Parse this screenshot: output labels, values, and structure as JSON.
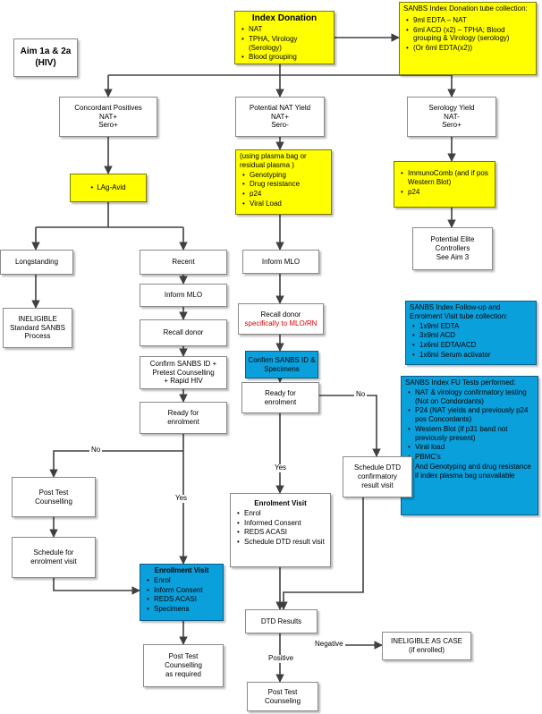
{
  "aim": "Aim 1a & 2a\n(HIV)",
  "index_donation": {
    "title": "Index Donation",
    "items": [
      "NAT",
      "TPHA, Virology (Serology)",
      "Blood grouping"
    ]
  },
  "tube_collection": {
    "title": "SANBS Index Donation tube collection:",
    "items": [
      "9ml EDTA – NAT",
      "6ml ACD (x2) – TPHA; Blood grouping & Virology (serology)",
      "(Or 6ml EDTA(x2))"
    ]
  },
  "concordant": "Concordant Positives\nNAT+\nSero+",
  "potential_nat": "Potential NAT Yield\nNAT+\nSero-",
  "serology_yield": "Serology Yield\nNAT-\nSero+",
  "lag_avid": "LAg-Avid",
  "plasma_box": {
    "title": "(using plasma bag or residual plasma )",
    "items": [
      "Genotyping",
      "Drug resistance",
      "p24",
      "Viral Load"
    ]
  },
  "immunocomb": {
    "items": [
      "ImmunoComb (and if pos Western Blot)",
      "p24"
    ]
  },
  "elite": "Potential Elite\nControllers\nSee Aim 3",
  "longstanding": "Longstanding",
  "recent": "Recent",
  "ineligible": "INELIGIBLE\nStandard SANBS\nProcess",
  "inform_mlo_left": "Inform MLO",
  "inform_mlo_mid": "Inform MLO",
  "recall_left": "Recall donor",
  "recall_mid": {
    "line1": "Recall donor",
    "line2": "specifically to MLO/RN"
  },
  "confirm_left": "Confirm SANBS ID +\nPretest Counselling\n+ Rapid HIV",
  "confirm_mid": "Confirm SANBS ID &\nSpecimens",
  "followup_tubes": {
    "title": "SANBS Index Follow-up and Enrolment Visit tube collection:",
    "items": [
      "1x9ml EDTA",
      "3x9ml ACD",
      "1x6ml EDTA/ACD",
      "1x6ml Serum activator"
    ]
  },
  "fu_tests": {
    "title": "SANBS Index FU Tests performed:",
    "items": [
      "NAT & virology confirmatory testing (Not on Condordants)",
      "P24 (NAT yields and previously p24 pos Concordants)",
      "Western Blot (if p31 band not previously present)",
      "Viral load",
      "PBMC’s",
      "And Genotyping and drug resistance if index plasma bag unavailable"
    ]
  },
  "ready_left": "Ready for\nenrolment",
  "ready_mid": "Ready for\nenrolment",
  "post_test_left": "Post Test\nCounselling",
  "schedule_left": "Schedule for\nenrolment visit",
  "schedule_dtd": "Schedule DTD\nconfirmatory\nresult visit",
  "enrolment_visit": {
    "title": "Enrolment Visit",
    "items": [
      "Enrol",
      "Informed Consent",
      "REDS ACASI",
      "Schedule DTD result visit"
    ]
  },
  "enrollment_visit": {
    "title": "Enrollment Visit",
    "items": [
      "Enrol",
      "Inform Consent",
      "REDS ACASI",
      "Specimens"
    ]
  },
  "post_test_required": "Post Test\nCounselling\nas required",
  "dtd_results": "DTD Results",
  "ineligible_case": "INELIGIBLE AS CASE\n(if enrolled)",
  "post_test_final": "Post Test\nCounseling",
  "edge_labels": {
    "no_left": "No",
    "yes_left": "Yes",
    "no_mid": "No",
    "yes_mid": "Yes",
    "negative": "Negative",
    "positive": "Positive"
  },
  "colors": {
    "yellow": "#ffff00",
    "blue": "#0aa0dc",
    "line": "#404040"
  }
}
